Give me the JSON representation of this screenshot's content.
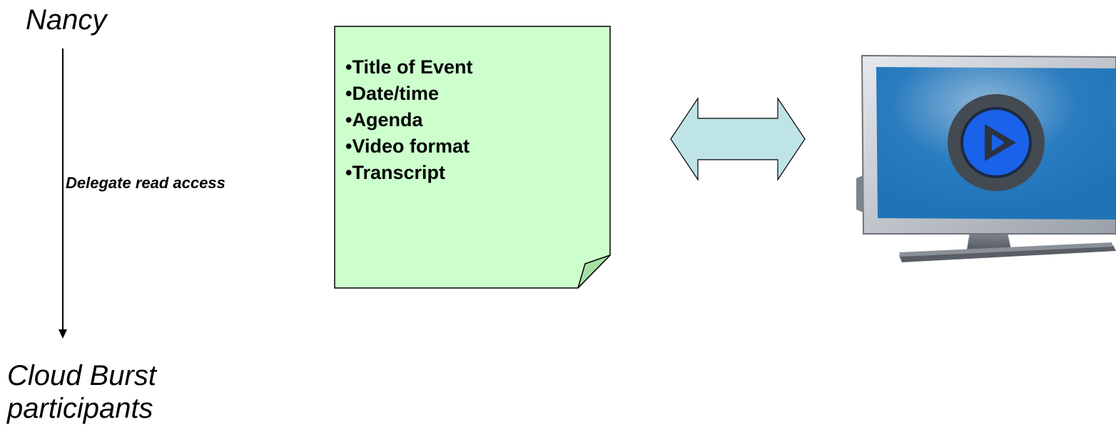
{
  "diagram": {
    "source_label": "Nancy",
    "edge_label": "Delegate read access",
    "target_label": [
      "Cloud Burst",
      "participants"
    ],
    "note": {
      "items": [
        "Title of Event",
        "Date/time",
        "Agenda",
        "Video format",
        "Transcript"
      ],
      "fill_color": "#ccffcc"
    },
    "connector": {
      "fill_color": "#bfe4e6"
    },
    "display": {
      "icon": "video-monitor-icon",
      "screen_color": "#1f74b8",
      "play_color": "#1a62ea"
    }
  }
}
